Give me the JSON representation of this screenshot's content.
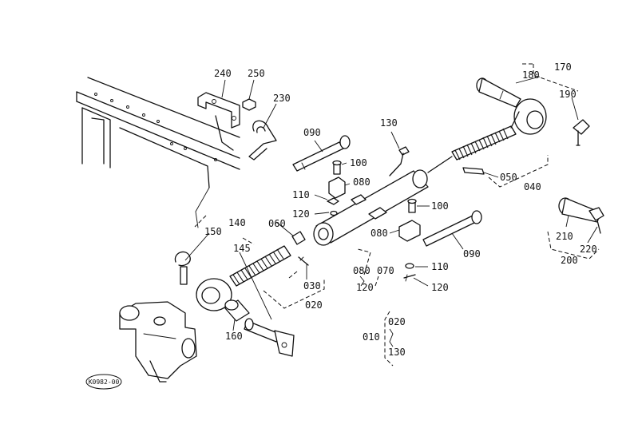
{
  "callouts": {
    "c240": "240",
    "c250": "250",
    "c230": "230",
    "c090a": "090",
    "c130": "130",
    "c180": "180",
    "c170": "170",
    "c190": "190",
    "c100a": "100",
    "c080a": "080",
    "c110a": "110",
    "c120a": "120",
    "c140": "140",
    "c060": "060",
    "c150": "150",
    "c145": "145",
    "c050": "050",
    "c040": "040",
    "c100b": "100",
    "c080b": "080",
    "c090b": "090",
    "c110b": "110",
    "c120b": "120",
    "c030": "030",
    "c020a": "020",
    "c080c": "080",
    "c070": "070",
    "c120c": "120",
    "c160": "160",
    "c210": "210",
    "c220": "220",
    "c200": "200",
    "c020b": "020",
    "c010": "010",
    "c130b": "130"
  },
  "drawing_id": "K0982-00"
}
